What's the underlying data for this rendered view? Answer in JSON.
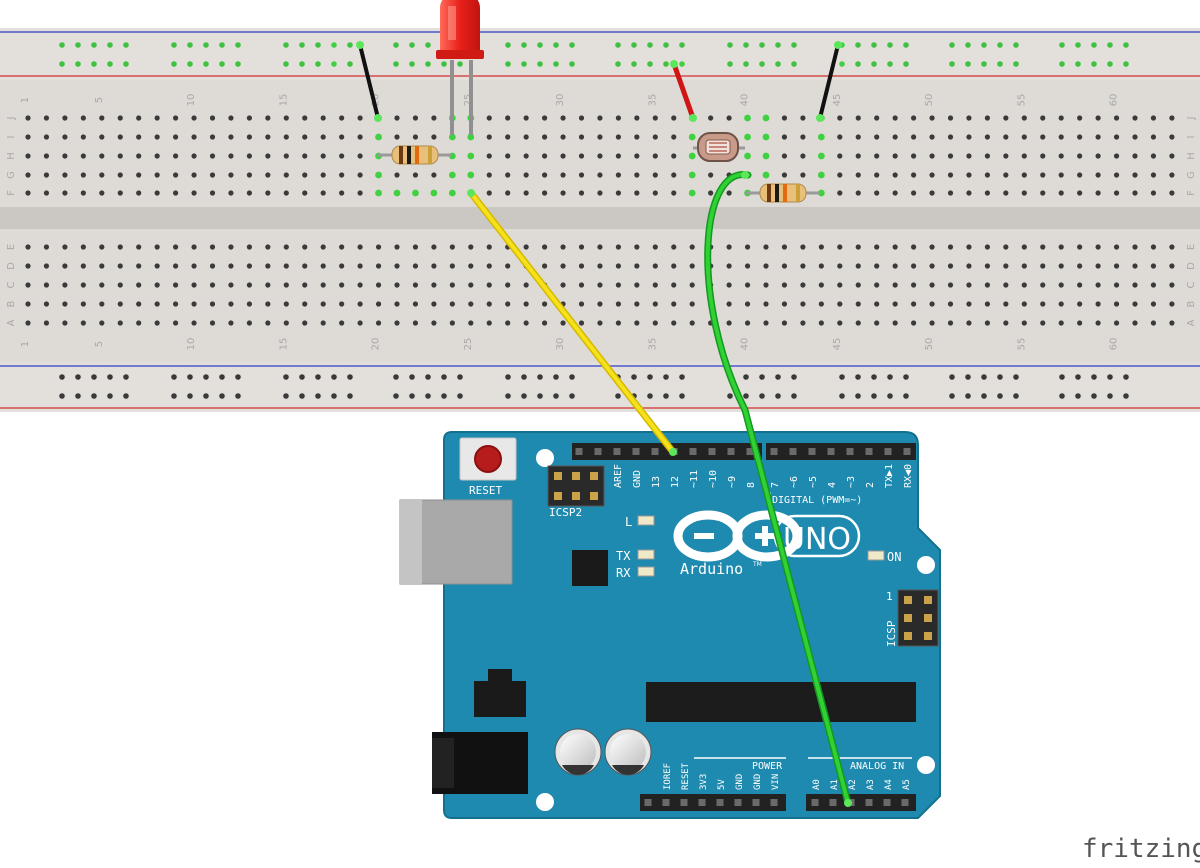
{
  "breadboard": {
    "column_numbers": [
      "1",
      "5",
      "10",
      "15",
      "20",
      "25",
      "30",
      "35",
      "40",
      "45",
      "50",
      "55",
      "60"
    ],
    "top_row_letters": [
      "J",
      "I",
      "H",
      "G",
      "F"
    ],
    "bottom_row_letters": [
      "E",
      "D",
      "C",
      "B",
      "A"
    ]
  },
  "arduino": {
    "reset_label": "RESET",
    "icsp2_label": "ICSP2",
    "icsp_label": "ICSP",
    "icsp_pin1_label": "1",
    "logo_text": "Arduino",
    "logo_tm": "TM",
    "uno_text": "UNO",
    "l_label": "L",
    "tx_label": "TX",
    "rx_label": "RX",
    "on_label": "ON",
    "digital_label": "DIGITAL (PWM=~)",
    "digital_pins": [
      "AREF",
      "GND",
      "13",
      "12",
      "~11",
      "~10",
      "~9",
      "8",
      "7",
      "~6",
      "~5",
      "4",
      "~3",
      "2",
      "TX▶1",
      "RX◀0"
    ],
    "power_label": "POWER",
    "power_pins": [
      "IOREF",
      "RESET",
      "3V3",
      "5V",
      "GND",
      "GND",
      "VIN"
    ],
    "analog_label": "ANALOG IN",
    "analog_pins": [
      "A0",
      "A1",
      "A2",
      "A3",
      "A4",
      "A5"
    ]
  },
  "watermark": "fritzing"
}
